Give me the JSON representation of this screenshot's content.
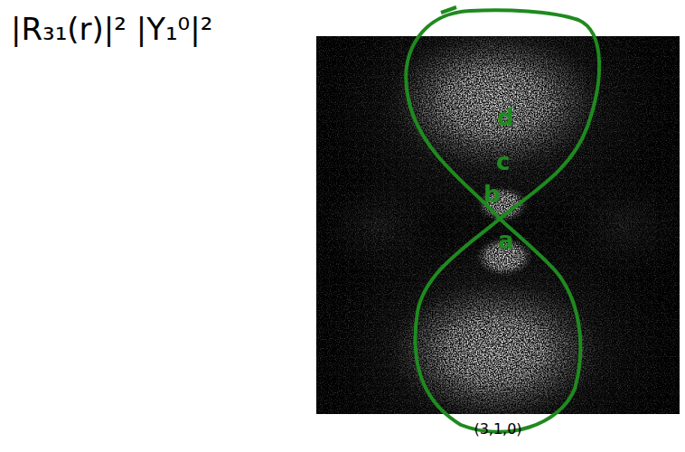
{
  "diagram": {
    "labels": [
      "|R₃₁(r)|² |Y₁⁰|²",
      "d",
      "c",
      "b",
      "a",
      "(3,1,0)"
    ]
  }
}
